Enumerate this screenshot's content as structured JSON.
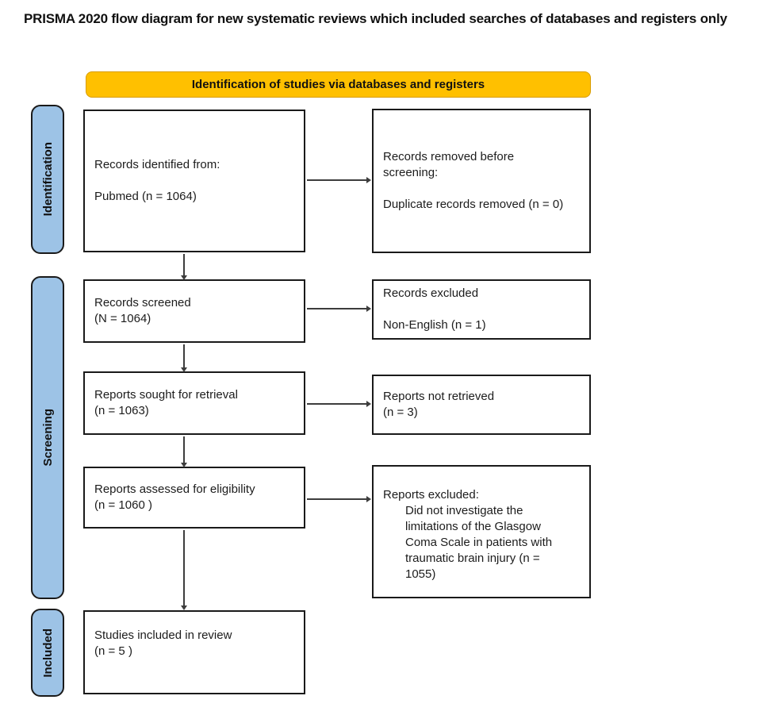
{
  "page_title": "PRISMA 2020 flow diagram for new systematic reviews which included searches of databases and registers only",
  "banner": {
    "label": "Identification of studies via databases and registers",
    "bg_color": "#FFC000"
  },
  "stages": [
    {
      "label": "Identification"
    },
    {
      "label": "Screening"
    },
    {
      "label": "Included"
    }
  ],
  "colors": {
    "banner_bg": "#FFC000",
    "stage_bg": "#9DC3E6",
    "box_border": "#1A1A1A",
    "arrow": "#3D3D3D"
  },
  "boxes": {
    "records_identified": {
      "lines": [
        "Records identified from:",
        "",
        "Pubmed (n = 1064)"
      ]
    },
    "records_removed": {
      "lines": [
        "Records removed before",
        "screening:",
        "",
        "Duplicate records removed (n = 0)"
      ]
    },
    "records_screened": {
      "lines": [
        "Records screened",
        "(N = 1064)"
      ]
    },
    "records_excluded": {
      "lines": [
        "Records excluded",
        "",
        "Non-English (n = 1)"
      ]
    },
    "reports_sought": {
      "lines": [
        "Reports sought for retrieval",
        "(n = 1063)"
      ]
    },
    "reports_not_retrieved": {
      "lines": [
        "Reports not retrieved",
        "(n = 3)"
      ]
    },
    "reports_assessed": {
      "lines": [
        "Reports assessed for eligibility",
        "(n = 1060 )"
      ]
    },
    "reports_excluded": {
      "title": "Reports excluded:",
      "reason": "Did not investigate the limitations of the Glasgow Coma Scale in patients with traumatic brain injury (n = 1055)"
    },
    "studies_included": {
      "lines": [
        "Studies included in review",
        "(n = 5 )"
      ]
    }
  }
}
